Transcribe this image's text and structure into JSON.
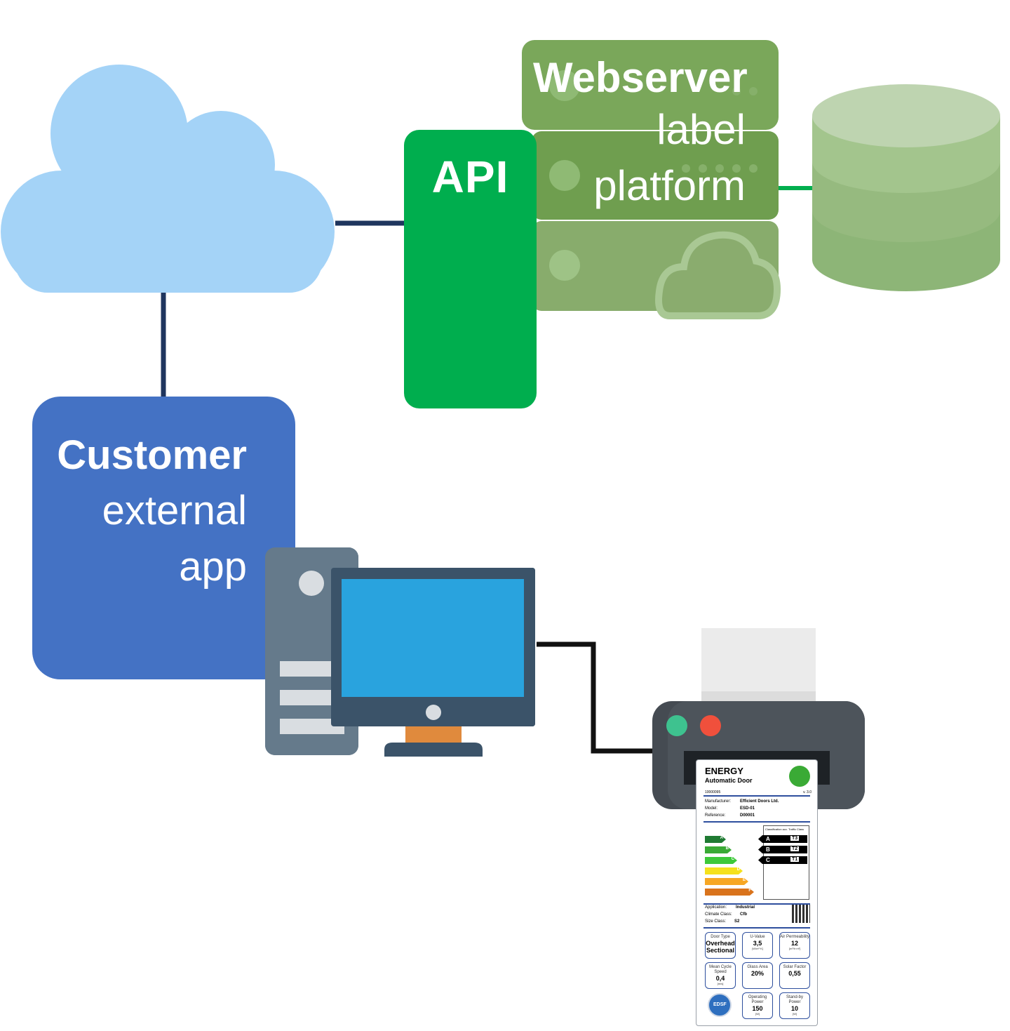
{
  "api": {
    "label": "API"
  },
  "webserver": {
    "title": "Webserver",
    "line2": "label",
    "line3": "platform"
  },
  "customer": {
    "title": "Customer",
    "line2": "external",
    "line3": "app"
  },
  "energy_label": {
    "title": "ENERGY",
    "subtitle": "Automatic Door",
    "id": "10000095",
    "version": "v. 3.0",
    "manufacturer_label": "Manufacturer:",
    "manufacturer": "Efficient Doors Ltd.",
    "model_label": "Model:",
    "model": "ESD-01",
    "reference_label": "Reference:",
    "reference": "D00001",
    "classification_caption": "Classification acc. Traffic Class",
    "scale": [
      "A",
      "B",
      "C",
      "D",
      "E",
      "F"
    ],
    "scale_colors": [
      "#1f7a32",
      "#3aaa35",
      "#3ec93a",
      "#f5e11c",
      "#f7a724",
      "#d9731c"
    ],
    "traffic_classes": [
      {
        "grade": "A",
        "class": "T3"
      },
      {
        "grade": "B",
        "class": "T2"
      },
      {
        "grade": "C",
        "class": "T1"
      }
    ],
    "application_label": "Application:",
    "application": "Industrial",
    "climate_label": "Climate Class:",
    "climate": "Cfb",
    "size_label": "Size Class:",
    "size": "S2",
    "boxes": [
      {
        "caption": "Door Type",
        "value": "Overhead Sectional",
        "unit": ""
      },
      {
        "caption": "U-Value",
        "value": "3,5",
        "unit": "[W/m²·K]"
      },
      {
        "caption": "Air Permeability",
        "value": "12",
        "unit": "[m³/h·m²]"
      },
      {
        "caption": "Mean Cycle Speed",
        "value": "0,4",
        "unit": "[m/s]"
      },
      {
        "caption": "Glass Area",
        "value": "20%",
        "unit": ""
      },
      {
        "caption": "Solar Factor",
        "value": "0,55",
        "unit": ""
      },
      {
        "caption": "Operating Power",
        "value": "150",
        "unit": "[W]"
      },
      {
        "caption": "Stand-by Power",
        "value": "10",
        "unit": "[W]"
      }
    ],
    "seal_text": "EDSF"
  },
  "colors": {
    "cloud": "#a4d3f7",
    "connector_dark": "#1f355e",
    "api_green": "#00ae4e",
    "server_green": "#7aa75a",
    "database_green": "#9cbf86",
    "customer_blue": "#4472c4",
    "monitor_screen": "#29a3de",
    "printer_body": "#454b52"
  }
}
